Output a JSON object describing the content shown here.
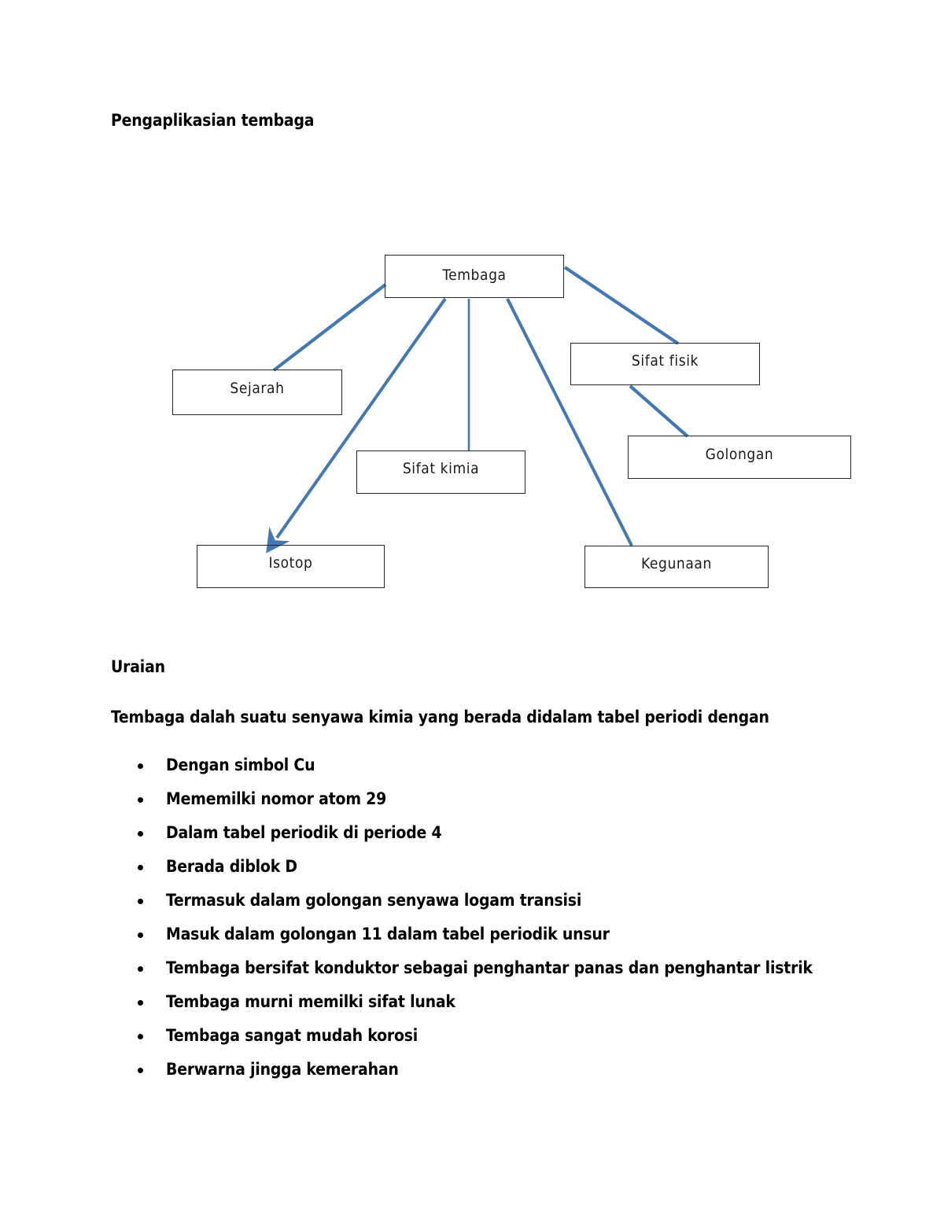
{
  "document": {
    "title": "Pengaplikasian tembaga",
    "section_heading": "Uraian",
    "intro_paragraph": "Tembaga dalah suatu senyawa kimia yang berada didalam tabel periodi dengan",
    "bullets": [
      "Dengan simbol Cu",
      "Mememilki nomor atom 29",
      "Dalam tabel periodik di periode 4",
      "Berada diblok D",
      "Termasuk dalam golongan senyawa logam transisi",
      "Masuk dalam golongan 11 dalam tabel periodik unsur",
      "Tembaga bersifat konduktor sebagai penghantar panas dan penghantar listrik",
      "Tembaga murni memilki sifat lunak",
      "Tembaga sangat mudah korosi",
      "Berwarna jingga kemerahan"
    ]
  },
  "diagram": {
    "type": "tree",
    "connector_color": "#4478B4",
    "box_border_color": "#262626",
    "nodes": [
      {
        "id": "tembaga",
        "label": "Tembaga"
      },
      {
        "id": "sejarah",
        "label": "Sejarah"
      },
      {
        "id": "sifat_fisik",
        "label": "Sifat fisik"
      },
      {
        "id": "sifat_kimia",
        "label": "Sifat kimia"
      },
      {
        "id": "golongan",
        "label": "Golongan"
      },
      {
        "id": "isotop",
        "label": "Isotop"
      },
      {
        "id": "kegunaan",
        "label": "Kegunaan"
      }
    ],
    "edges": [
      {
        "from": "tembaga",
        "to": "sejarah",
        "arrow": false
      },
      {
        "from": "tembaga",
        "to": "sifat_fisik",
        "arrow": false
      },
      {
        "from": "tembaga",
        "to": "sifat_kimia",
        "arrow": false
      },
      {
        "from": "tembaga",
        "to": "isotop",
        "arrow": true
      },
      {
        "from": "tembaga",
        "to": "kegunaan",
        "arrow": false
      },
      {
        "from": "sifat_fisik",
        "to": "golongan",
        "arrow": false
      }
    ]
  }
}
